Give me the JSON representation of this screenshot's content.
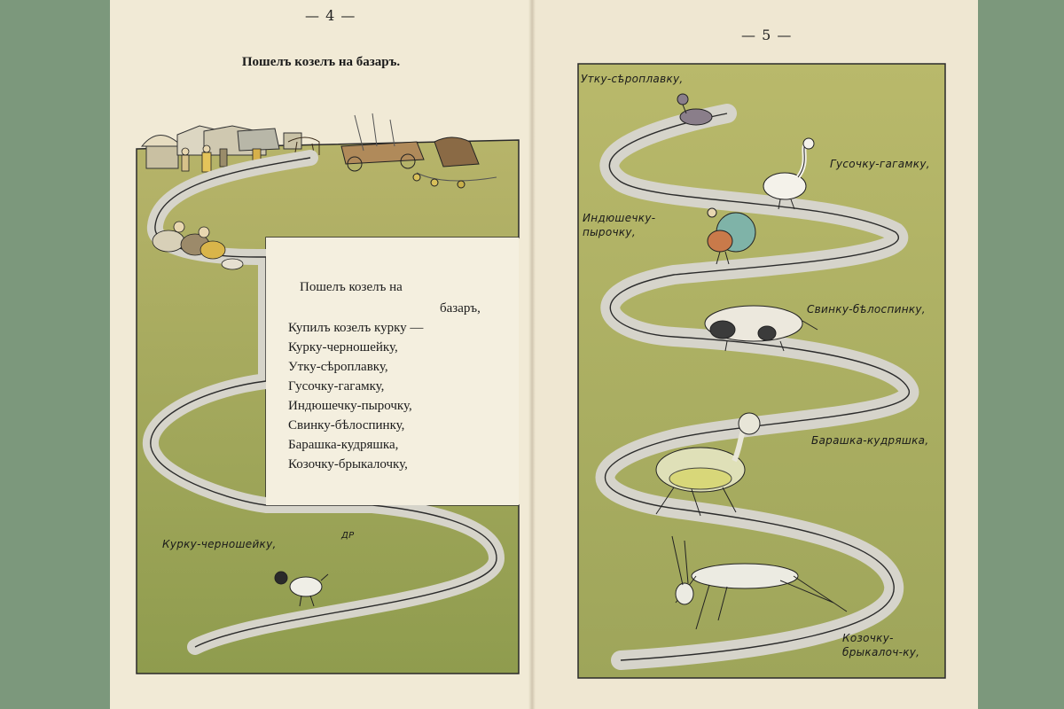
{
  "page_left": {
    "page_number": "— 4 —",
    "title": "Пошелъ козелъ на базаръ.",
    "poem_lines": [
      "Пошелъ козелъ на",
      "базаръ,",
      "Купилъ козелъ курку —",
      "Курку-черношейку,",
      "Утку-сѣроплавку,",
      "Гусочку-гагамку,",
      "Индюшечку-пырочку,",
      "Свинку-бѣлоспинку,",
      "Барашка-кудряшка,",
      "Козочку-брыкалочку,"
    ],
    "illustration_caption": "Курку-черношейку,",
    "monogram": "ДР"
  },
  "page_right": {
    "page_number": "— 5 —",
    "captions": [
      "Утку-сѣроплавку,",
      "Гусочку-гагамку,",
      "Индюшечку-пырочку,",
      "Свинку-бѣлоспинку,",
      "Барашка-кудряшка,",
      "Козочку-брыкалоч-ку,"
    ]
  },
  "colors": {
    "background": "#7c987c",
    "paper": "#f1ead6",
    "grass": "#a9ae5c",
    "road": "#d4d2c9",
    "ink": "#1b1b1b"
  }
}
